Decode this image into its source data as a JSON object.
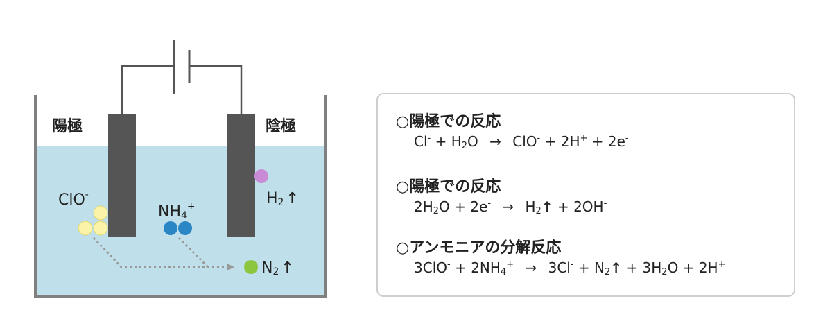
{
  "diagram": {
    "anode_label": "陽極",
    "cathode_label": "陰極",
    "species": {
      "clo_main": "ClO",
      "clo_sup": "-",
      "nh4_main": "NH",
      "nh4_sub": "4",
      "nh4_sup": "+",
      "h2_main": "H",
      "h2_sub": "2",
      "n2_main": "N",
      "n2_sub": "2",
      "gas_arrow": "↑"
    },
    "colors": {
      "solution": "#bfe0ea",
      "electrode": "#555555",
      "vessel": "#808080",
      "wire": "#555555",
      "clo_particle": "#fbf3a8",
      "nh4_particle": "#2b86c6",
      "h2_particle": "#c98bd6",
      "n2_particle": "#8cc63f",
      "path_arrow": "#999999"
    }
  },
  "reactions": [
    {
      "heading": "○陽極での反応",
      "equation": {
        "l1": "Cl",
        "l1sup": "-",
        "plus1": "+",
        "l2": "H",
        "l2sub": "2",
        "l2b": "O",
        "arrow": "→",
        "r1": "ClO",
        "r1sup": "-",
        "plus2": "+",
        "r2": "2H",
        "r2sup": "+",
        "plus3": "+",
        "r3": "2e",
        "r3sup": "-"
      }
    },
    {
      "heading": "○陽極での反応",
      "equation": {
        "l1": "2H",
        "l1sub": "2",
        "l1b": "O",
        "plus1": "+",
        "l2": "2e",
        "l2sup": "-",
        "arrow": "→",
        "r1": "H",
        "r1sub": "2",
        "r1arrow": "↑",
        "plus2": "+",
        "r2": "2OH",
        "r2sup": "-"
      }
    },
    {
      "heading": "○アンモニアの分解反応",
      "equation": {
        "l1": "3ClO",
        "l1sup": "-",
        "plus1": "+",
        "l2": "2NH",
        "l2sub": "4",
        "l2sup": "+",
        "arrow": "→",
        "r1": "3Cl",
        "r1sup": "-",
        "plus2": "+",
        "r2": "N",
        "r2sub": "2",
        "r2arrow": "↑",
        "plus3": "+",
        "r3": "3H",
        "r3sub": "2",
        "r3b": "O",
        "plus4": "+",
        "r4": "2H",
        "r4sup": "+"
      }
    }
  ]
}
